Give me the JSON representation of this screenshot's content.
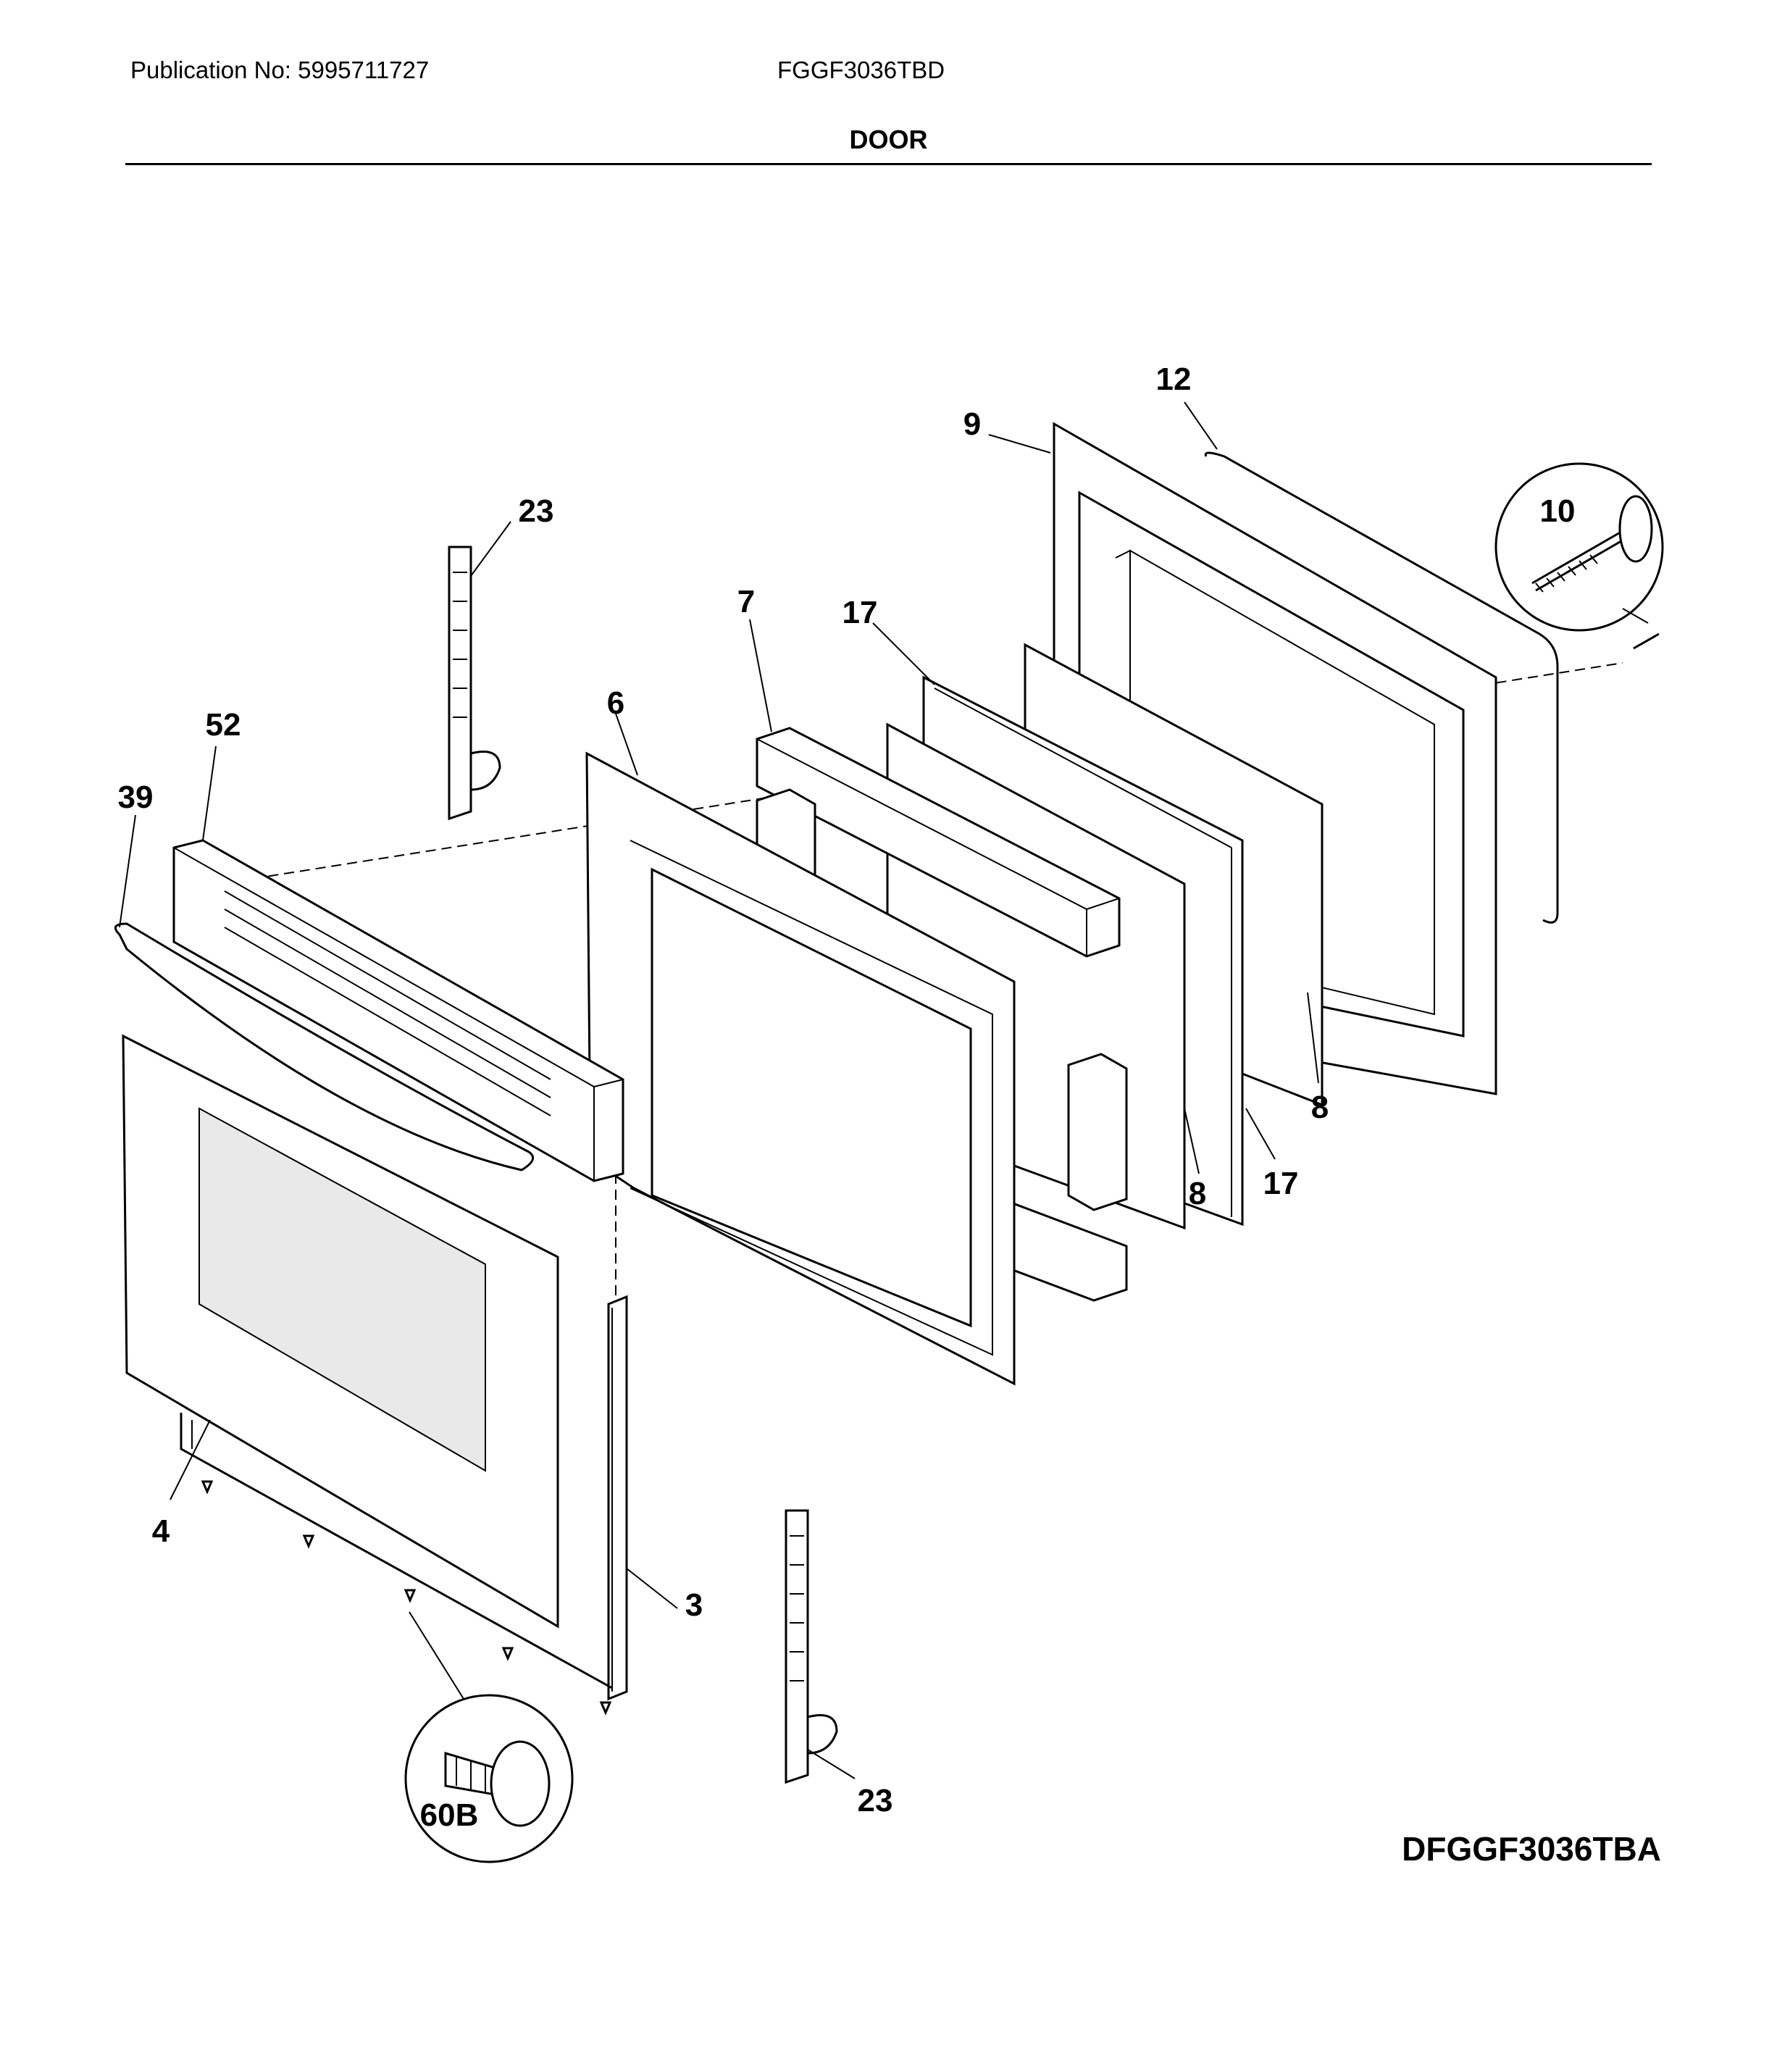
{
  "header": {
    "publication": "Publication No: 5995711727",
    "model": "FGGF3036TBD",
    "section": "DOOR"
  },
  "diagram_code": "DFGGF3036TBA",
  "callouts": [
    "23",
    "52",
    "39",
    "6",
    "7",
    "17",
    "9",
    "12",
    "10",
    "8",
    "8",
    "17",
    "4",
    "3",
    "60B",
    "23"
  ]
}
